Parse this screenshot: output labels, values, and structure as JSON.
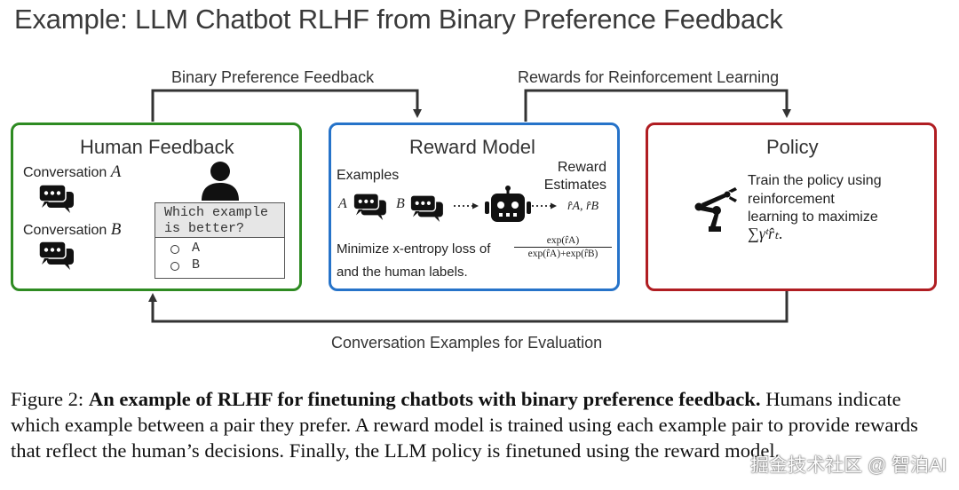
{
  "title": "Example: LLM Chatbot RLHF from Binary Preference Feedback",
  "flow": {
    "top_left": "Binary Preference Feedback",
    "top_right": "Rewards for Reinforcement Learning",
    "bottom": "Conversation Examples for Evaluation"
  },
  "human_feedback": {
    "title": "Human Feedback",
    "conv_a_prefix": "Conversation",
    "conv_a_var": "A",
    "conv_b_prefix": "Conversation",
    "conv_b_var": "B",
    "question_line1": "Which example",
    "question_line2": "is better?",
    "option_a": "A",
    "option_b": "B",
    "border_color": "#2e8b22"
  },
  "reward_model": {
    "title": "Reward Model",
    "examples_label": "Examples",
    "reward_label_line1": "Reward",
    "reward_label_line2": "Estimates",
    "var_a": "A",
    "var_b": "B",
    "estimates": "r̂A, r̂B",
    "loss_text": "Minimize x-entropy loss of",
    "loss_text2": "and the human labels.",
    "frac_num": "exp(r̂A)",
    "frac_den": "exp(r̂A)+exp(r̂B)",
    "border_color": "#2673c9"
  },
  "policy": {
    "title": "Policy",
    "line1": "Train the policy using",
    "line2": "reinforcement",
    "line3": "learning to maximize",
    "formula": "∑γᵗr̂ₜ.",
    "border_color": "#b01d22"
  },
  "icons": [
    "chat-bubbles-icon",
    "person-icon",
    "robot-icon",
    "robot-arm-icon",
    "radio-icon"
  ],
  "caption": {
    "label": "Figure 2:",
    "bold": "An example of RLHF for finetuning chatbots with binary preference feedback.",
    "rest": "Humans indicate which example between a pair they prefer. A reward model is trained using each example pair to provide rewards that reflect the human’s decisions. Finally, the LLM policy is finetuned using the reward model."
  },
  "watermark": "掘金技术社区 @ 智泊AI"
}
